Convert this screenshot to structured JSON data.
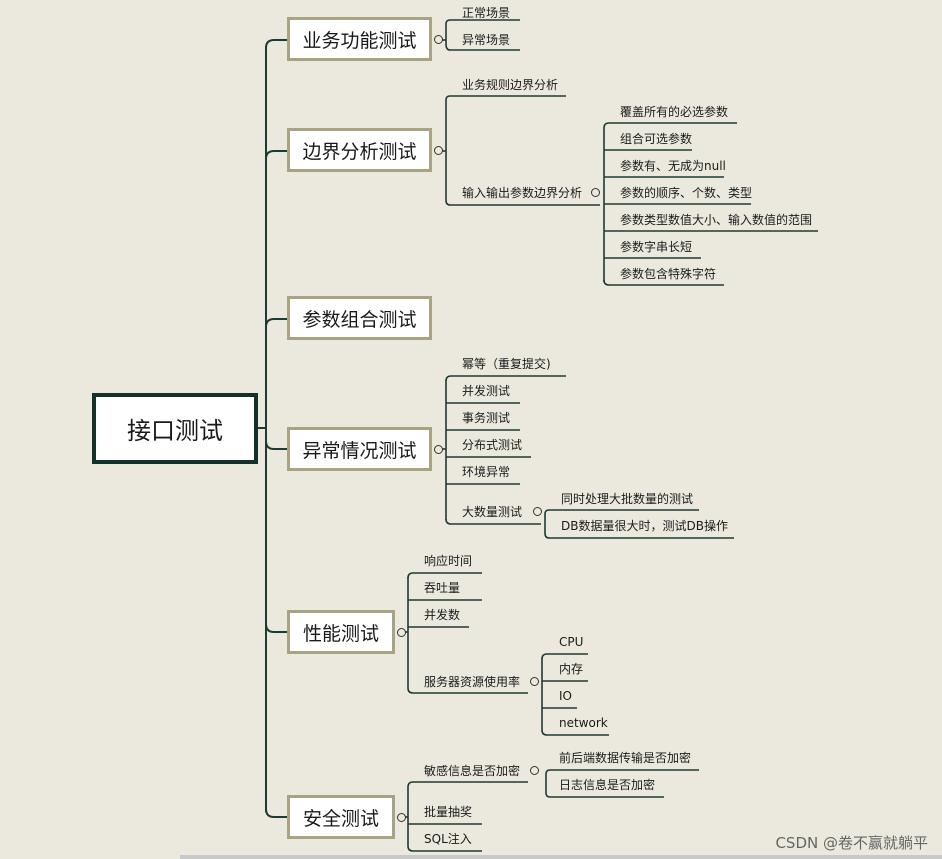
{
  "root": "接口测试",
  "branches": [
    {
      "label": "业务功能测试",
      "children": [
        {
          "label": "正常场景"
        },
        {
          "label": "异常场景"
        }
      ]
    },
    {
      "label": "边界分析测试",
      "children": [
        {
          "label": "业务规则边界分析"
        },
        {
          "label": "输入输出参数边界分析",
          "children": [
            "覆盖所有的必选参数",
            "组合可选参数",
            "参数有、无成为null",
            "参数的顺序、个数、类型",
            "参数类型数值大小、输入数值的范围",
            "参数字串长短",
            "参数包含特殊字符"
          ]
        }
      ]
    },
    {
      "label": "参数组合测试",
      "children": []
    },
    {
      "label": "异常情况测试",
      "children": [
        {
          "label": "幂等（重复提交)"
        },
        {
          "label": "并发测试"
        },
        {
          "label": "事务测试"
        },
        {
          "label": "分布式测试"
        },
        {
          "label": "环境异常"
        },
        {
          "label": "大数量测试",
          "children": [
            "同时处理大批数量的测试",
            "DB数据量很大时，测试DB操作"
          ]
        }
      ]
    },
    {
      "label": "性能测试",
      "children": [
        {
          "label": "响应时间"
        },
        {
          "label": "吞吐量"
        },
        {
          "label": "并发数"
        },
        {
          "label": "服务器资源使用率",
          "children": [
            "CPU",
            "内存",
            "IO",
            "network"
          ]
        }
      ]
    },
    {
      "label": "安全测试",
      "children": [
        {
          "label": "敏感信息是否加密",
          "children": [
            "前后端数据传输是否加密",
            "日志信息是否加密"
          ]
        },
        {
          "label": "批量抽奖"
        },
        {
          "label": "SQL注入"
        }
      ]
    }
  ],
  "watermark": "CSDN @卷不赢就躺平",
  "colors": {
    "background": "#ebe9de",
    "line": "#1f3a34",
    "box_border": "#a8a382",
    "root_border": "#13302b"
  }
}
